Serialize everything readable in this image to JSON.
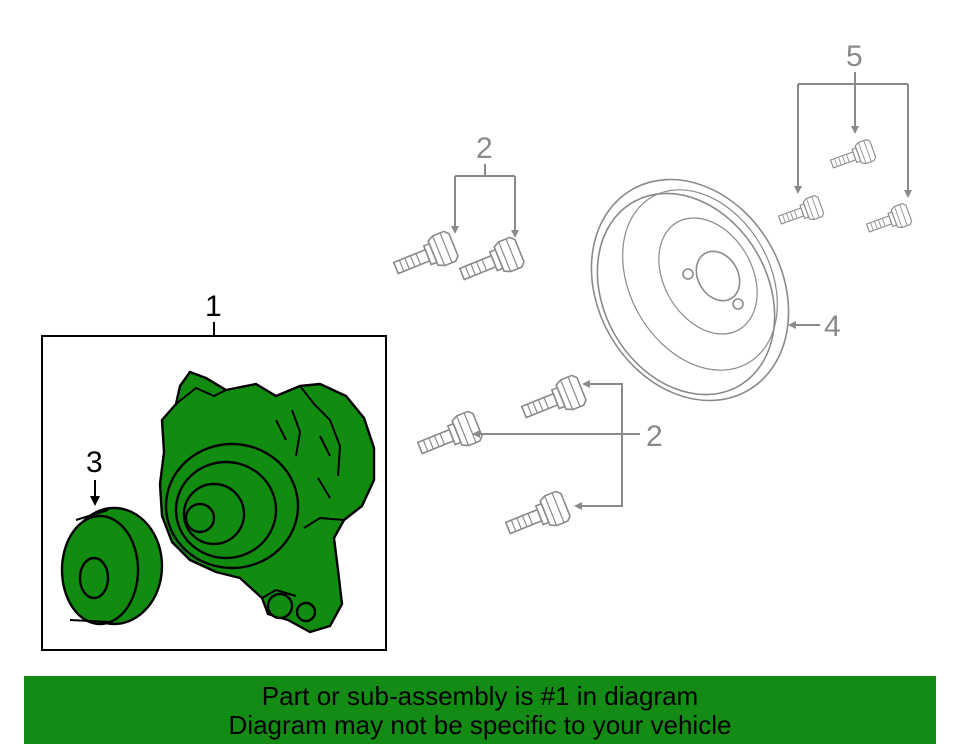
{
  "diagram": {
    "callouts": [
      {
        "id": "1",
        "text": "1"
      },
      {
        "id": "2a",
        "text": "2"
      },
      {
        "id": "2b",
        "text": "2"
      },
      {
        "id": "3",
        "text": "3"
      },
      {
        "id": "4",
        "text": "4"
      },
      {
        "id": "5",
        "text": "5"
      }
    ],
    "colors": {
      "highlight": "#118c11",
      "banner": "#148b14",
      "outline_grey": "#8a8a8a",
      "outline_dark": "#000000"
    }
  },
  "banner": {
    "line1": "Part or sub-assembly is #1 in diagram",
    "line2": "Diagram may not be specific to your vehicle"
  }
}
